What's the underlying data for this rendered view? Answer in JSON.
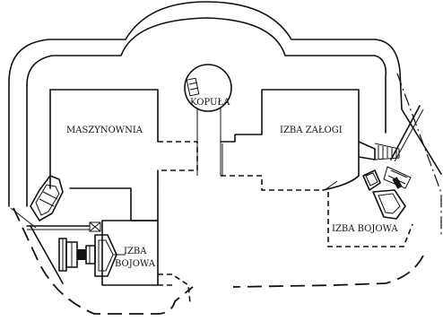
{
  "diagram": {
    "labels": {
      "maszynownia": "MASZYNOWNIA",
      "kopula": "KOPUŁA",
      "izba_zalogi": "IZBA ZAŁOGI",
      "izba_bojowa_right": "IZBA BOJOWA",
      "izba_bojowa_left_line1": "IZBA",
      "izba_bojowa_left_line2": "BOJOWA"
    }
  }
}
